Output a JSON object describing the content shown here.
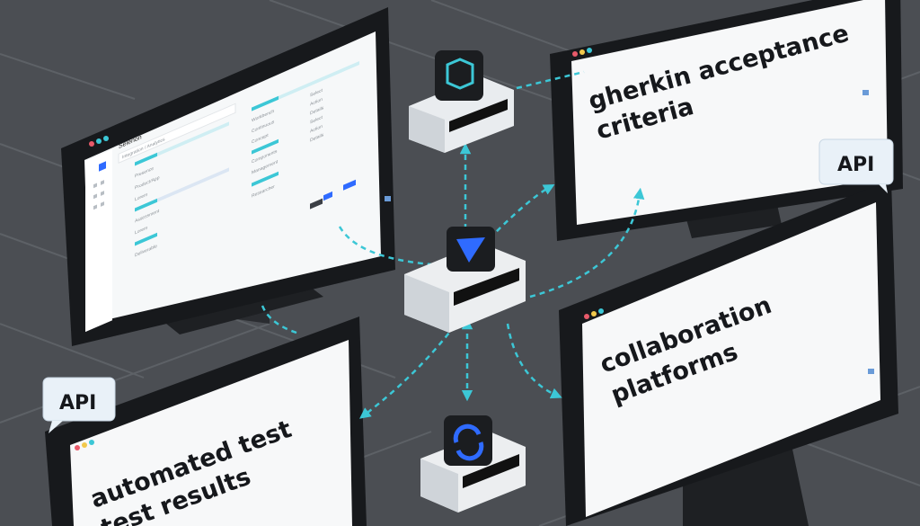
{
  "left_monitor": {
    "app_title": "Selenon",
    "search_placeholder": "Integration / Analytics",
    "rows_left": [
      "Presence",
      "Product/App",
      "Lorem",
      "Assessment",
      "Lorem",
      "Deliverable"
    ],
    "rows_right": [
      "Workbench",
      "Continuous",
      "Concept",
      "Components",
      "Management",
      "Researcher"
    ],
    "status_labels": [
      "Select",
      "Action",
      "Details",
      "Select",
      "Action",
      "Details"
    ]
  },
  "top_right_monitor": {
    "line1": "gherkin acceptance",
    "line2": "criteria"
  },
  "bottom_right_monitor": {
    "line1": "collaboration",
    "line2": "platforms"
  },
  "bottom_left_monitor": {
    "line1": "automated test",
    "line2": "test results"
  },
  "badges": {
    "api_right": "API",
    "api_left": "API"
  },
  "hubs": [
    {
      "icon": "cube-icon"
    },
    {
      "icon": "triangle-logo-icon"
    },
    {
      "icon": "sync-icon"
    }
  ],
  "colors": {
    "background": "#4b4e53",
    "accent": "#3cc7d6",
    "icon_blue": "#2f6bff",
    "screen": "#f7f8f9",
    "bezel": "#17191c"
  }
}
